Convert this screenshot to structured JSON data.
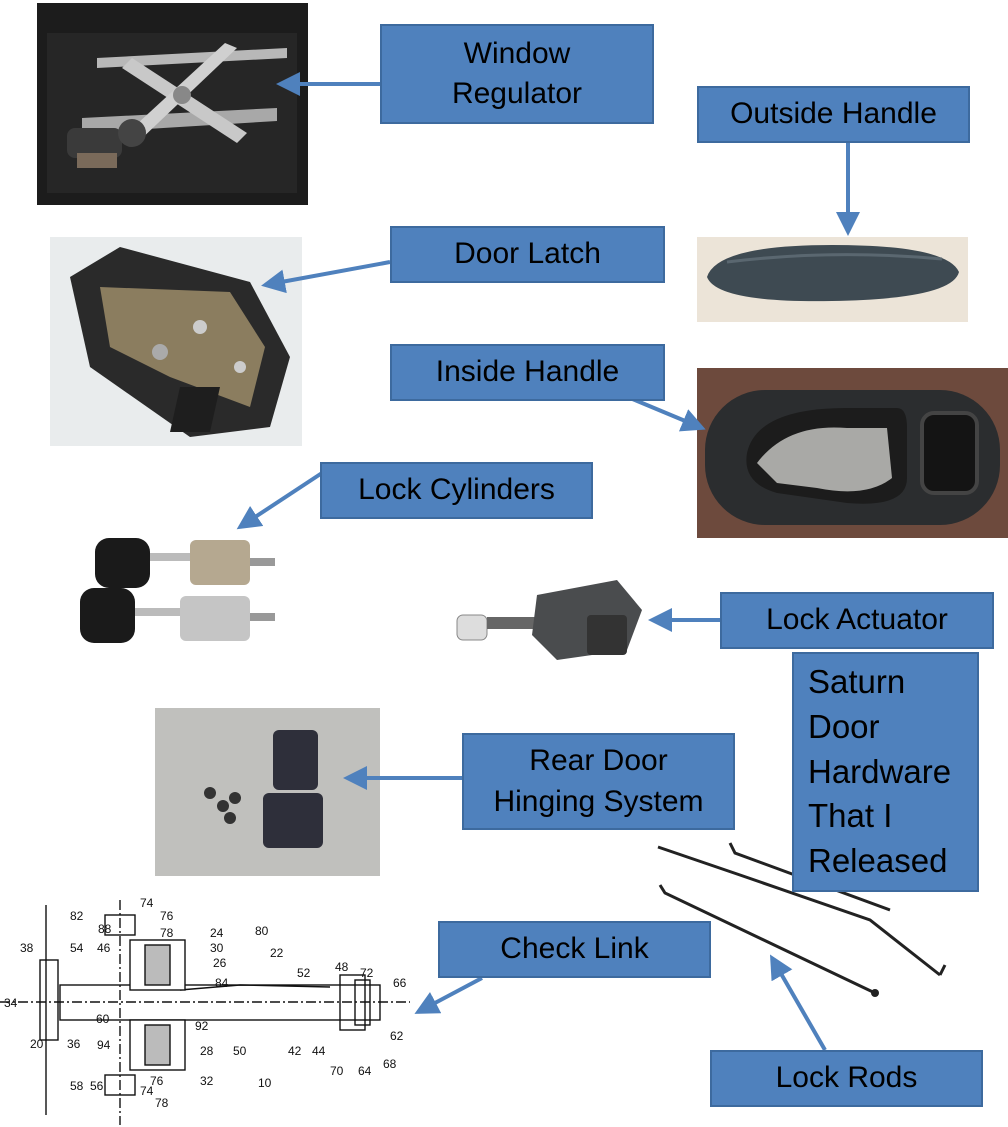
{
  "title_lines": [
    "Saturn",
    "Door",
    "Hardware",
    "That I",
    "Released"
  ],
  "labels": {
    "window_regulator": [
      "Window",
      "Regulator"
    ],
    "outside_handle": "Outside Handle",
    "door_latch": "Door Latch",
    "inside_handle": "Inside Handle",
    "lock_cylinders": "Lock Cylinders",
    "lock_actuator": "Lock Actuator",
    "rear_door_hinging": [
      "Rear Door",
      "Hinging System"
    ],
    "check_link": "Check Link",
    "lock_rods": "Lock Rods"
  },
  "drawing_numbers": [
    "74",
    "76",
    "82",
    "88",
    "78",
    "24",
    "30",
    "26",
    "80",
    "22",
    "38",
    "54",
    "46",
    "52",
    "84",
    "48",
    "72",
    "66",
    "34",
    "20",
    "36",
    "60",
    "92",
    "62",
    "94",
    "50",
    "42",
    "44",
    "28",
    "70",
    "64",
    "68",
    "58",
    "56",
    "32",
    "10",
    "74",
    "76",
    "78"
  ],
  "colors": {
    "label_fill": "#4f81bd",
    "label_border": "#3d6a9e",
    "arrow": "#4f81bd"
  }
}
